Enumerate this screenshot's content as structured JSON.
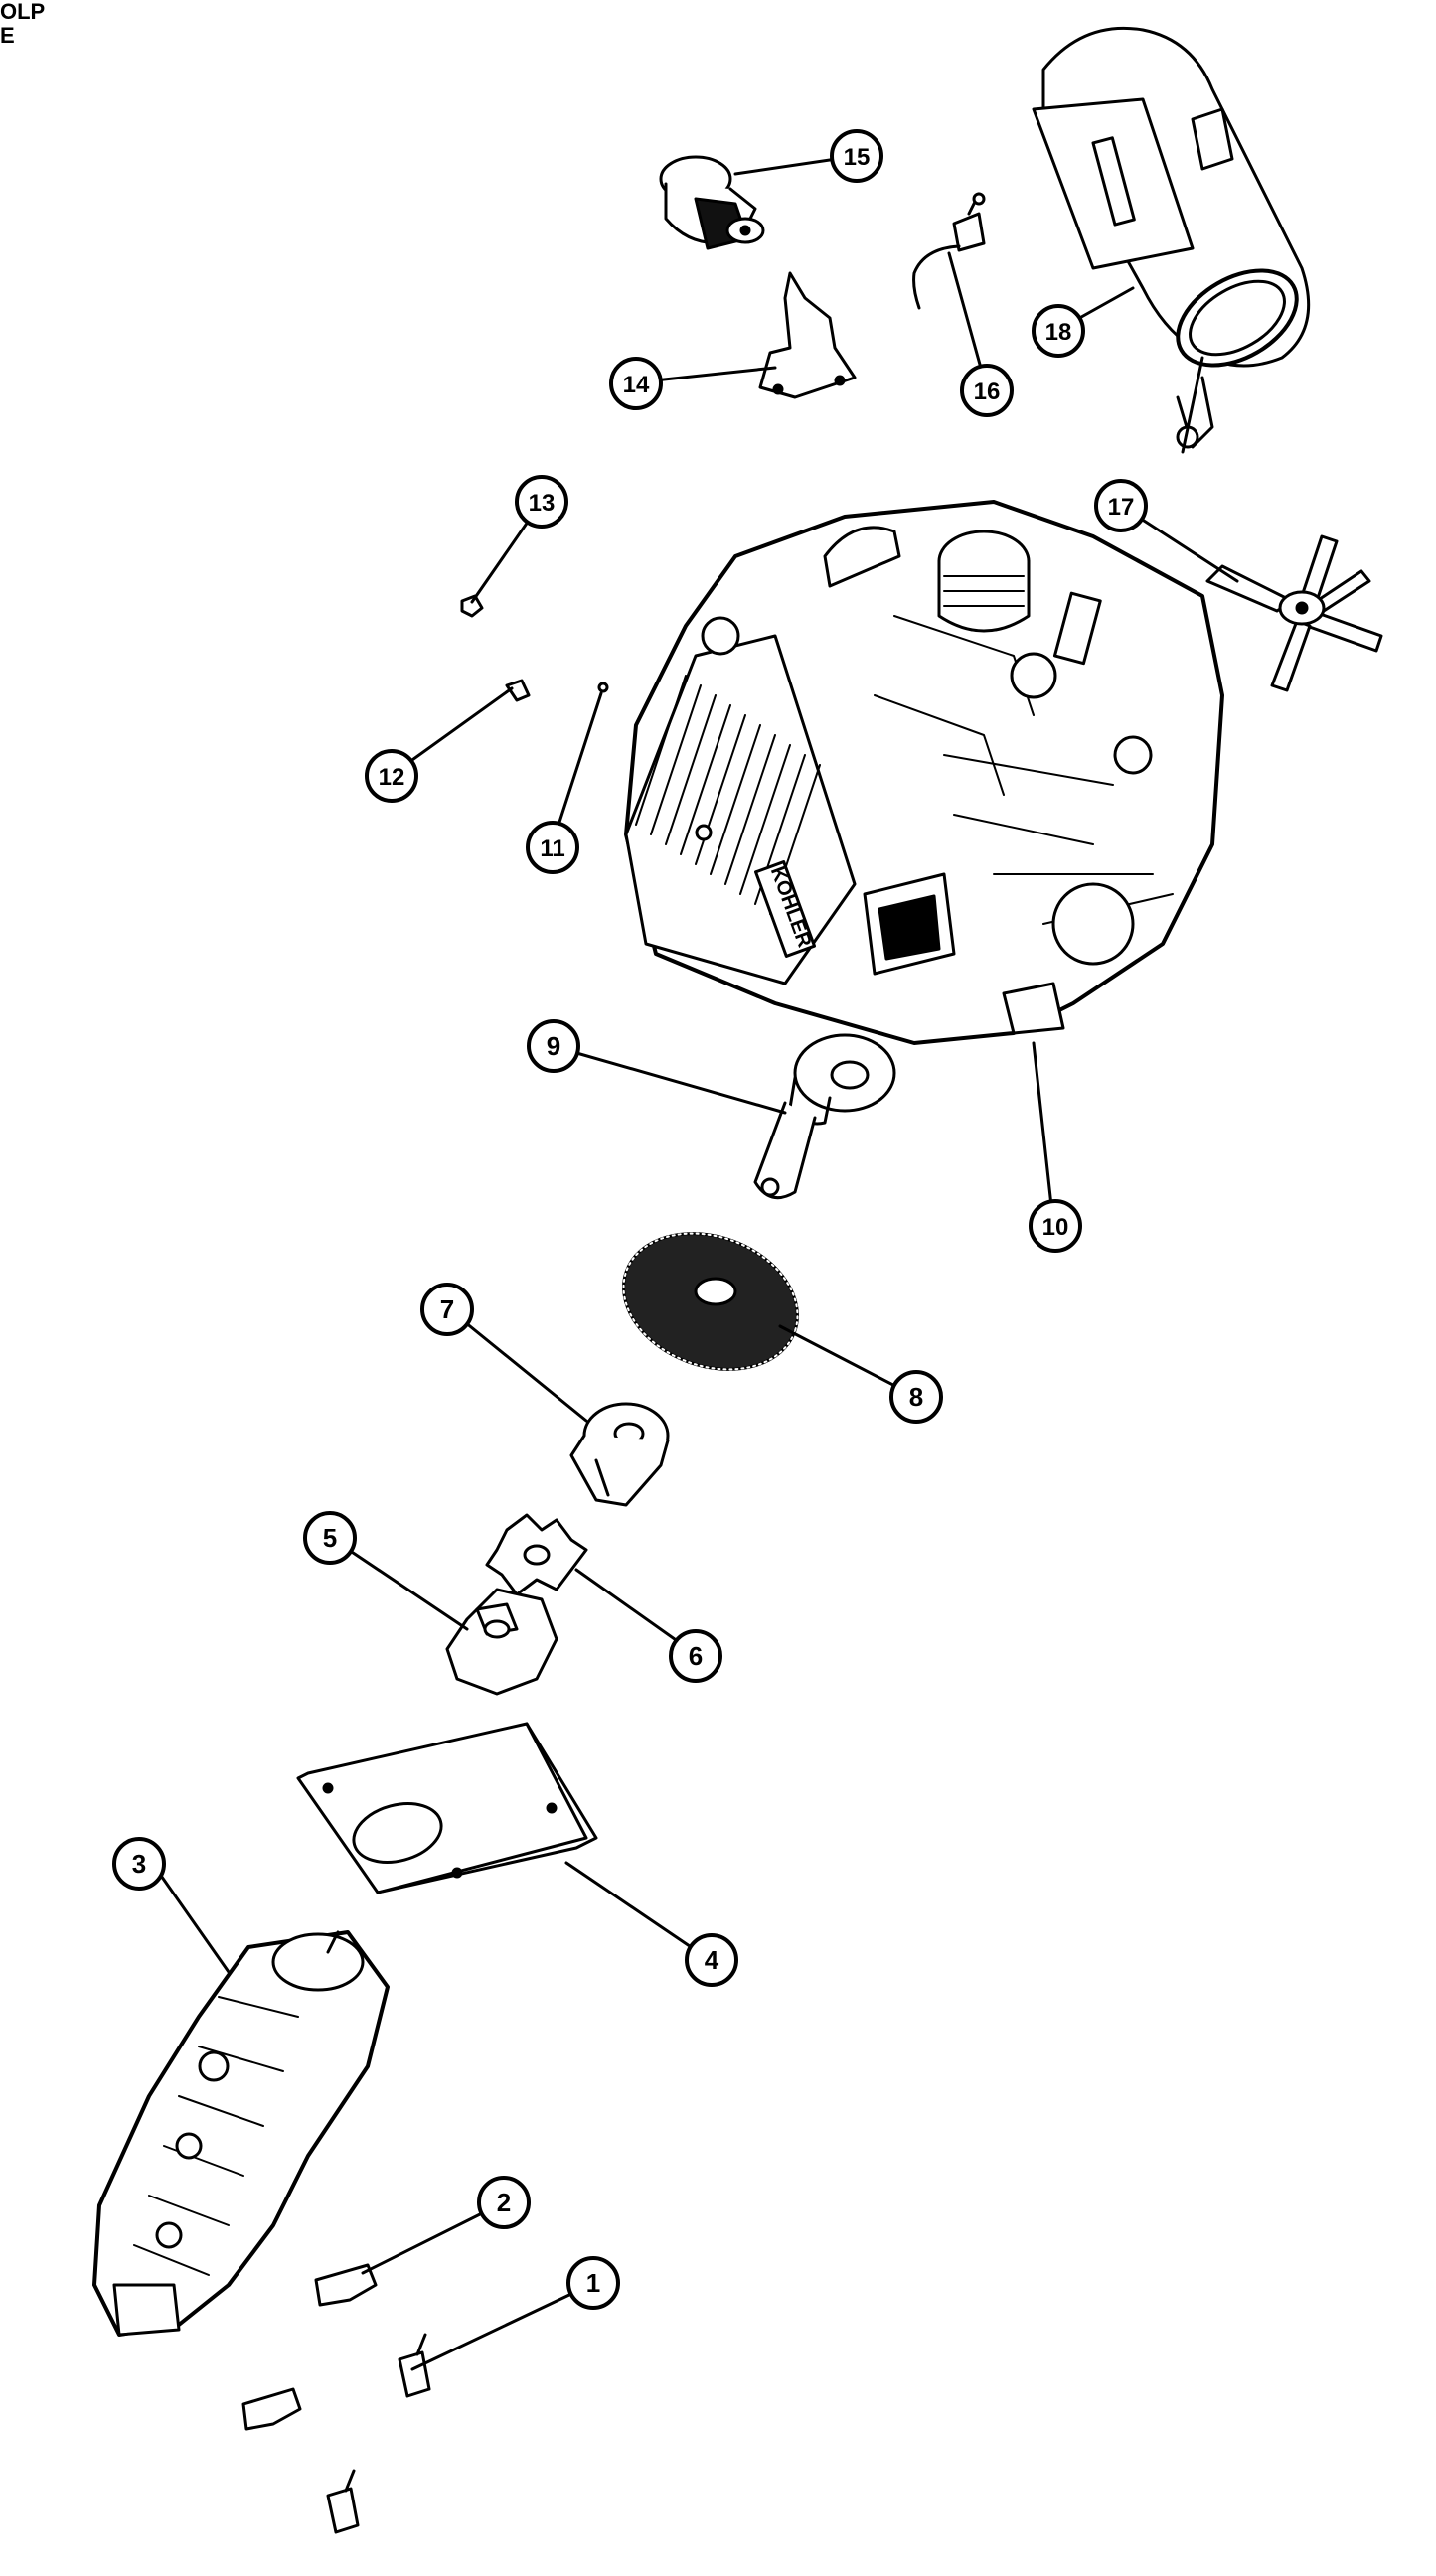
{
  "corner_text": [
    "OLP",
    "E"
  ],
  "brand_text": "KOHLER",
  "callouts": [
    {
      "label": "1"
    },
    {
      "label": "2"
    },
    {
      "label": "3"
    },
    {
      "label": "4"
    },
    {
      "label": "5"
    },
    {
      "label": "6"
    },
    {
      "label": "7"
    },
    {
      "label": "8"
    },
    {
      "label": "9"
    },
    {
      "label": "10"
    },
    {
      "label": "11"
    },
    {
      "label": "12"
    },
    {
      "label": "13"
    },
    {
      "label": "14"
    },
    {
      "label": "15"
    },
    {
      "label": "16"
    },
    {
      "label": "17"
    },
    {
      "label": "18"
    }
  ],
  "colors": {
    "line": "#000000",
    "background": "#ffffff"
  }
}
